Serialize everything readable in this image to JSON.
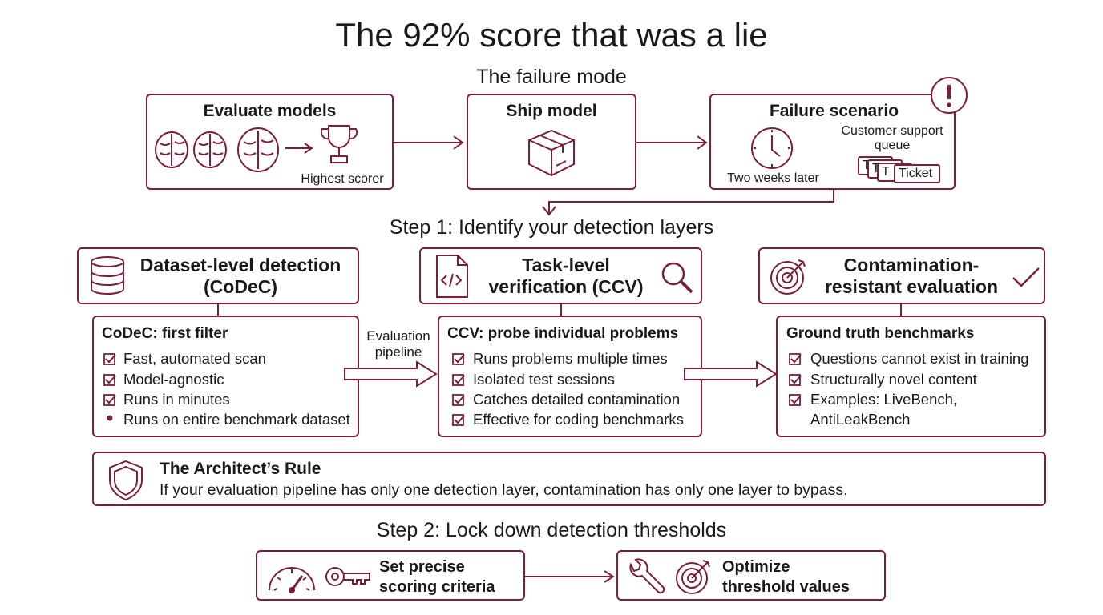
{
  "title": "The 92% score that was a lie",
  "failure_mode": {
    "heading": "The failure mode",
    "evaluate": {
      "label": "Evaluate models",
      "caption": "Highest scorer"
    },
    "ship": {
      "label": "Ship model"
    },
    "failure": {
      "label": "Failure scenario",
      "time": "Two weeks later",
      "queue": "Customer support queue",
      "ticket_stub": "T",
      "ticket": "Ticket"
    }
  },
  "step1": {
    "heading": "Step 1: Identify your detection layers",
    "dataset": {
      "header": "Dataset-level detection (CoDeC)",
      "list_title": "CoDeC: first filter",
      "items": [
        "Fast, automated scan",
        "Model-agnostic",
        "Runs in minutes",
        "Runs on entire benchmark dataset"
      ]
    },
    "pipeline_label": "Evaluation pipeline",
    "task": {
      "header": "Task-level verification (CCV)",
      "list_title": "CCV: probe individual problems",
      "items": [
        "Runs problems multiple times",
        "Isolated test sessions",
        "Catches detailed contamination",
        "Effective for coding benchmarks"
      ]
    },
    "resistant": {
      "header": "Contamination-resistant evaluation",
      "list_title": "Ground truth benchmarks",
      "items": [
        "Questions cannot exist in training",
        "Structurally novel content",
        "Examples: LiveBench,",
        "AntiLeakBench"
      ]
    }
  },
  "rule": {
    "title": "The Architect’s Rule",
    "text": "If your evaluation pipeline has only one detection layer, contamination has only one layer to bypass."
  },
  "step2": {
    "heading": "Step 2: Lock down detection thresholds",
    "criteria": "Set precise scoring criteria",
    "optimize": "Optimize threshold values"
  },
  "colors": {
    "accent": "#7a1f3a",
    "text": "#1a1a1a"
  }
}
